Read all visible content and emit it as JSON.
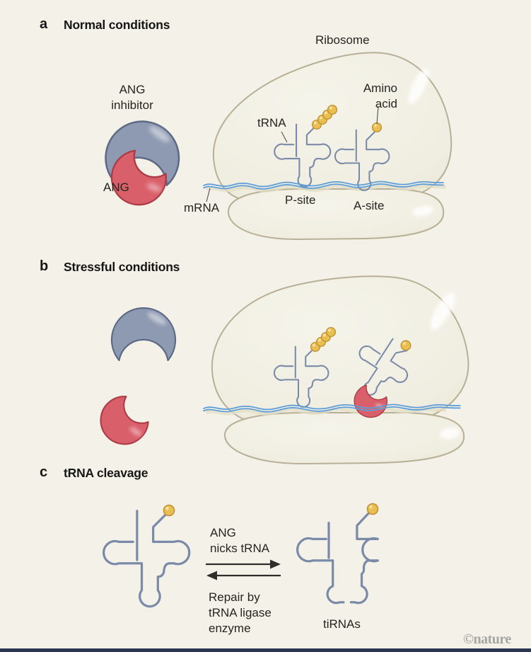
{
  "figure": {
    "panel_a": {
      "tag": "a",
      "title": "Normal conditions",
      "labels": {
        "ang_inhibitor": "ANG\ninhibitor",
        "ang": "ANG",
        "ribosome": "Ribosome",
        "trna": "tRNA",
        "amino_acid": "Amino\nacid",
        "mrna": "mRNA",
        "p_site": "P-site",
        "a_site": "A-site"
      }
    },
    "panel_b": {
      "tag": "b",
      "title": "Stressful conditions"
    },
    "panel_c": {
      "tag": "c",
      "title": "tRNA cleavage",
      "labels": {
        "forward": "ANG\nnicks tRNA",
        "reverse": "Repair by\ntRNA ligase\nenzyme",
        "tirnas": "tiRNAs"
      }
    }
  },
  "footer": {
    "credit": "©nature"
  },
  "colors": {
    "background": "#f4f2e8",
    "ribosome_fill": "#f0eee1",
    "ribosome_outline": "#b7b096",
    "trna_outline": "#7b8aa8",
    "mrna_line": "#5d9ed9",
    "amino_acid_bead": "#eabf52",
    "ang_inhibitor_blue": "#8e9ab1",
    "ang_red": "#d9606b",
    "text": "#262521",
    "credit_gray": "#a6a6a4",
    "footer_bar": "#2b3752"
  }
}
